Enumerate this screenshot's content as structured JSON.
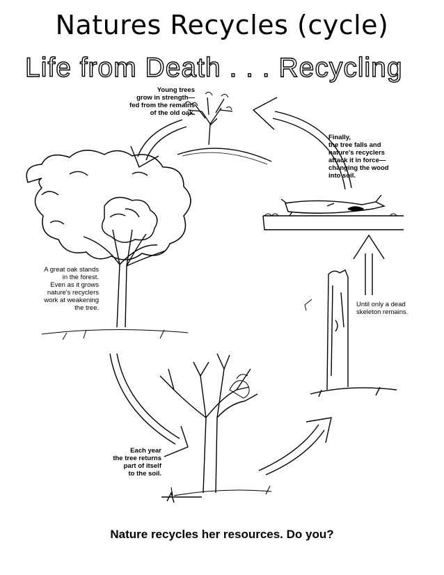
{
  "title": "Natures Recycles (cycle)",
  "subtitle": "Life from Death . . . Recycling",
  "captions": {
    "young_trees": "Young trees\ngrow in strength—\nfed from the remains\nof the old oak.",
    "finally": "Finally,\nthe tree falls and\nnature's recyclers\nattack it in force—\nchanging the wood\ninto soil.",
    "great_oak": "A great oak stands\nin the forest.\nEven as it grows\nnature's recyclers\nwork at weakening\nthe tree.",
    "skeleton": "Until only a dead\nskeleton remains.",
    "each_year": "Each year\nthe tree returns\npart of itself\nto the soil."
  },
  "footer": "Nature recycles her resources. Do you?"
}
